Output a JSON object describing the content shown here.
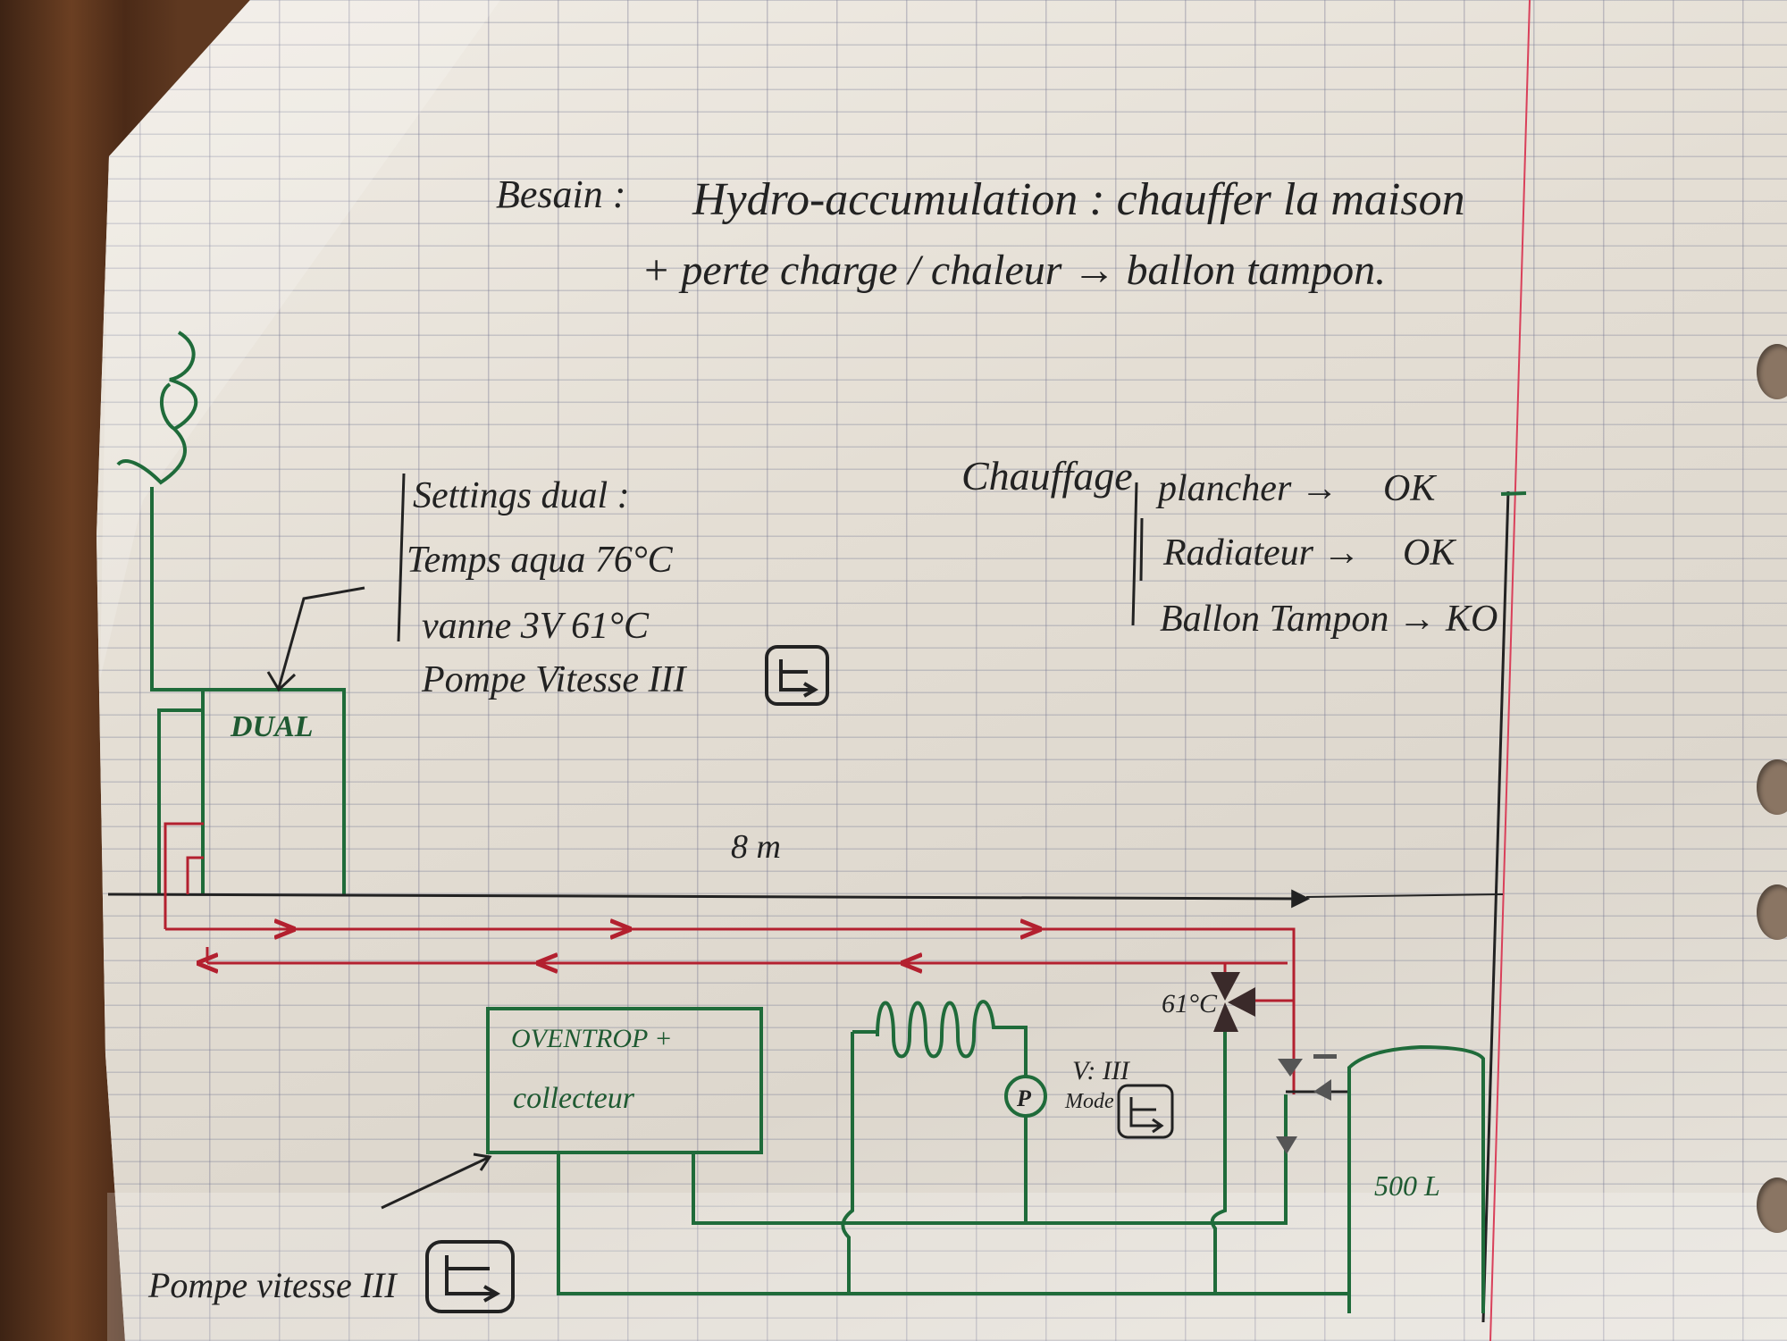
{
  "colors": {
    "black_ink": "#222222",
    "green_ink": "#1f6b3a",
    "red_ink": "#b3202f",
    "margin_red": "#d9405a"
  },
  "header": {
    "label": "Besain :",
    "line1": "Hydro-accumulation : chauffer la maison",
    "line2": "+ perte charge / chaleur → ballon tampon."
  },
  "settings": {
    "title": "Settings dual :",
    "rows": [
      "Temps aqua 76°C",
      "vanne 3V 61°C",
      "Pompe Vitesse III"
    ],
    "pump_mode_icon": "pump-mode-icon"
  },
  "chauffage": {
    "title": "Chauffage",
    "items": [
      {
        "label": "plancher →",
        "status": "OK"
      },
      {
        "label": "Radiateur →",
        "status": "OK"
      },
      {
        "label": "Ballon Tampon →",
        "status": "KO"
      }
    ]
  },
  "diagram": {
    "boiler_label": "DUAL",
    "distance_label": "8 m",
    "valve_temp": "61°C",
    "manifold_line1": "OVENTROP +",
    "manifold_line2": "collecteur",
    "pump_symbol": "P",
    "pump_speed": "V: III",
    "pump_mode": "Mode",
    "tank_label": "500 L",
    "bottom_pump_label": "Pompe vitesse III"
  }
}
